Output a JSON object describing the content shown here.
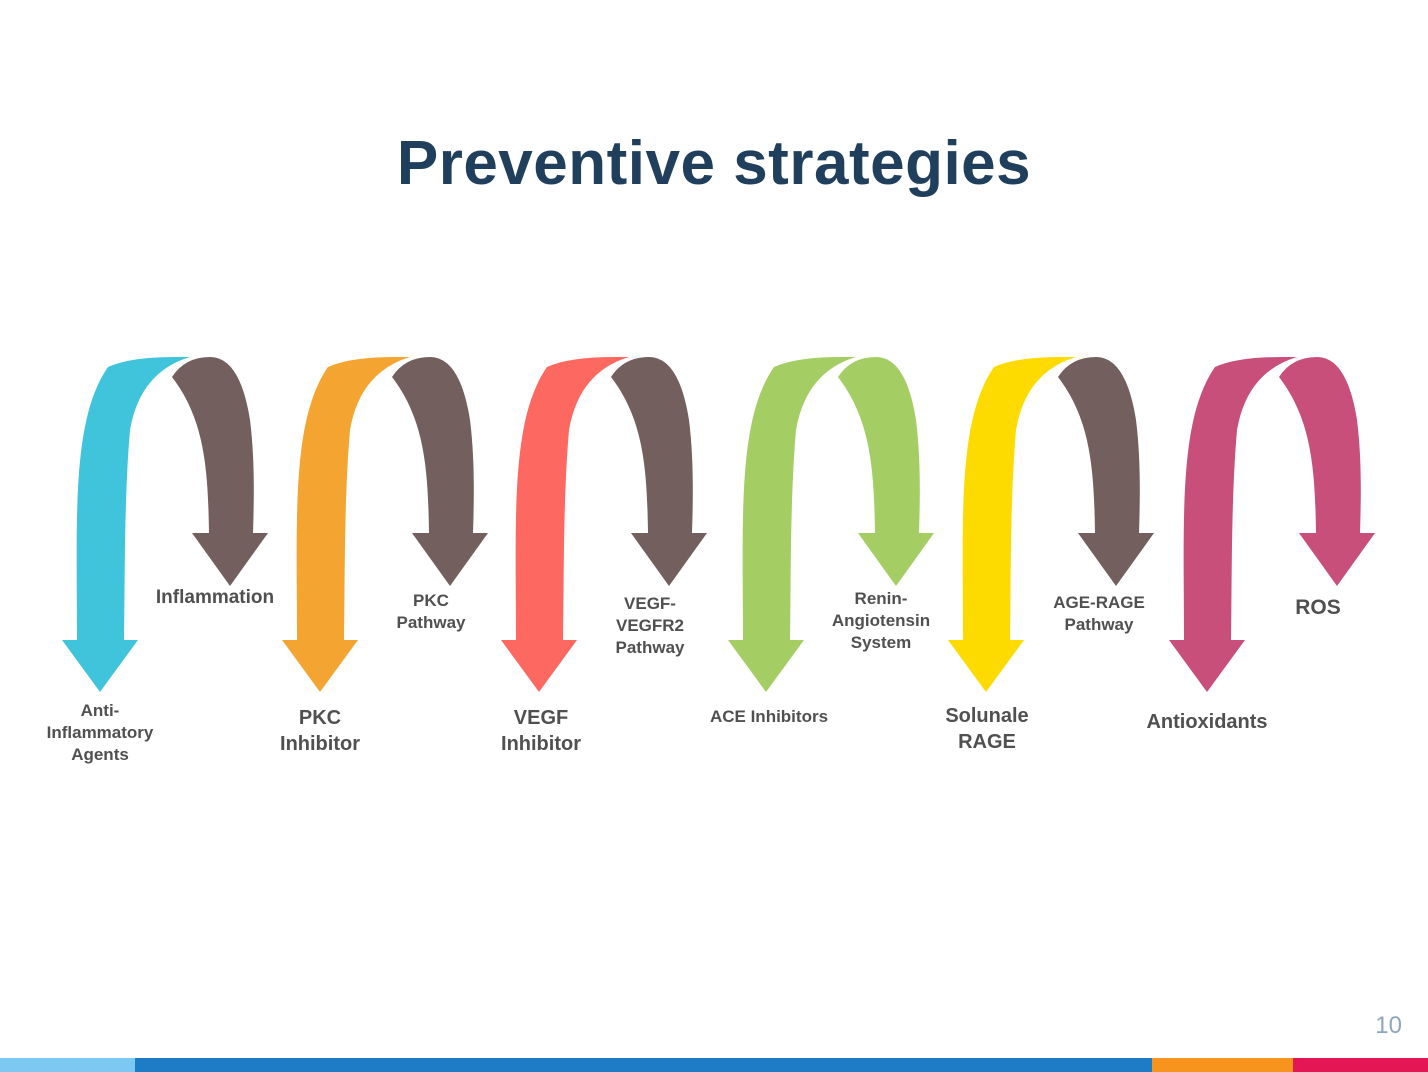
{
  "slide": {
    "title": "Preventive strategies",
    "page_number": "10"
  },
  "colors": {
    "title": "#1f3f5c",
    "label_text": "#505050",
    "pathway_arrow": "#725f5e",
    "footer": [
      "#7dc8f2",
      "#1d7cc5",
      "#f7941d",
      "#e41653"
    ]
  },
  "strategies": [
    {
      "inhibitor": "Anti-\nInflammatory\nAgents",
      "pathway": "Inflammation",
      "inhibitor_color": "#40c4dc",
      "pathway_color": "#725f5e"
    },
    {
      "inhibitor": "PKC\nInhibitor",
      "pathway": "PKC\nPathway",
      "inhibitor_color": "#f4a431",
      "pathway_color": "#725f5e"
    },
    {
      "inhibitor": "VEGF\nInhibitor",
      "pathway": "VEGF-\nVEGFR2\nPathway",
      "inhibitor_color": "#fd6961",
      "pathway_color": "#725f5e"
    },
    {
      "inhibitor": "ACE Inhibitors",
      "pathway": "Renin-\nAngiotensin\nSystem",
      "inhibitor_color": "#a4cd63",
      "pathway_color": "#a4cd63"
    },
    {
      "inhibitor": "Solunale\nRAGE",
      "pathway": "AGE-RAGE\nPathway",
      "inhibitor_color": "#fedb00",
      "pathway_color": "#725f5e"
    },
    {
      "inhibitor": "Antioxidants",
      "pathway": "ROS",
      "inhibitor_color": "#c74f79",
      "pathway_color": "#c74f79"
    }
  ]
}
